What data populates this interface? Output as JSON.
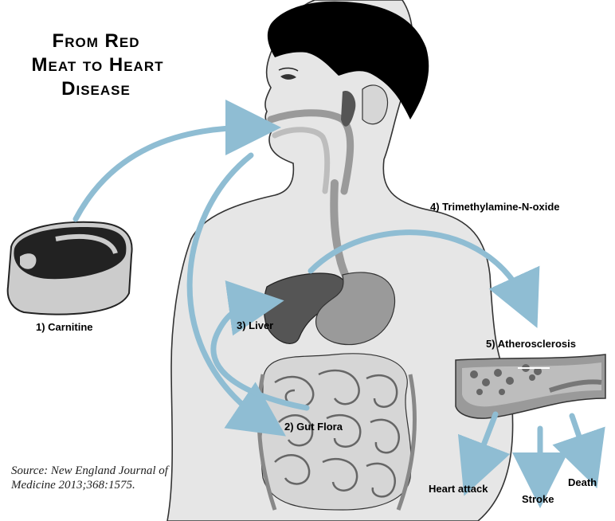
{
  "title": {
    "line1": "From Red",
    "line2": "Meat to Heart",
    "line3": "Disease"
  },
  "steps": {
    "carnitine": "1) Carnitine",
    "gut_flora": "2) Gut Flora",
    "liver": "3) Liver",
    "tmao": "4) Trimethylamine-N-oxide",
    "atherosclerosis": "5) Atherosclerosis"
  },
  "outcomes": {
    "heart_attack": "Heart attack",
    "stroke": "Stroke",
    "death": "Death"
  },
  "source": {
    "line1": "Source: New England Journal of",
    "line2": "Medicine 2013;368:1575."
  },
  "colors": {
    "arrow": "#8fbdd3",
    "skin": "#e6e6e6",
    "hair": "#000000",
    "organ_dark": "#555555",
    "organ_mid": "#9a9a9a",
    "intestine": "#bdbdbd",
    "plaque": "#777777"
  },
  "icons": [
    "steak-icon",
    "human-body-illustration",
    "artery-cross-section"
  ]
}
